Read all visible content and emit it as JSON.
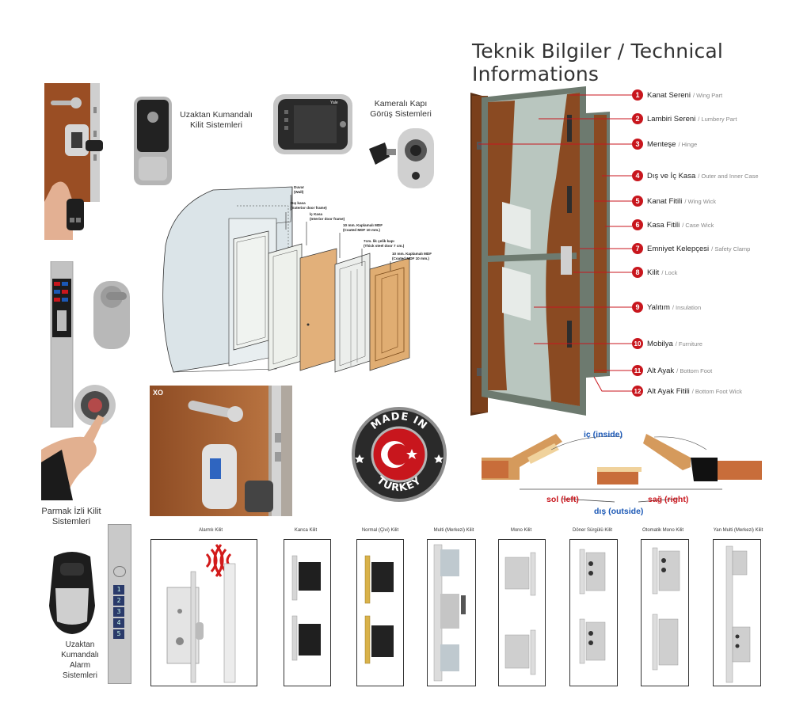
{
  "title": "Teknik Bilgiler / Technical Informations",
  "captions": {
    "remote_lock": "Uzaktan Kumandalı Kilit Sistemleri",
    "camera_viewer": "Kameralı Kapı Görüş Sistemleri",
    "fingerprint": "Parmak İzli Kilit Sistemleri",
    "remote_alarm": "Uzaktan Kumandalı Alarm Sistemleri"
  },
  "viewer_brand": "Yale",
  "logo_text": "XO",
  "keypad_digits": [
    "1",
    "2",
    "3",
    "4",
    "5"
  ],
  "exploded_labels": [
    {
      "tr": "Duvar",
      "en": "(Wall)"
    },
    {
      "tr": "Dış kasa",
      "en": "(Exterior door frame)"
    },
    {
      "tr": "İç Kasa",
      "en": "(Interior door frame)"
    },
    {
      "tr": "10 mm. Kaplamalı MDF",
      "en": "(Coated MDF 10 mm.)"
    },
    {
      "tr": "7cm. lik çelik kapı",
      "en": "(Thick steel door 7 cm.)"
    },
    {
      "tr": "10 mm. Kaplamalı MDF",
      "en": "(Coated MDF 10 mm.)"
    }
  ],
  "legend": [
    {
      "num": "1",
      "tr": "Kanat Sereni",
      "en": "/ Wing Part"
    },
    {
      "num": "2",
      "tr": "Lambiri Sereni",
      "en": "/ Lumbery Part"
    },
    {
      "num": "3",
      "tr": "Menteşe",
      "en": "/ Hinge"
    },
    {
      "num": "4",
      "tr": "Dış ve İç Kasa",
      "en": "/ Outer and Inner Case"
    },
    {
      "num": "5",
      "tr": "Kanat Fitili",
      "en": "/ Wing Wick"
    },
    {
      "num": "6",
      "tr": "Kasa Fitili",
      "en": "/ Case Wick"
    },
    {
      "num": "7",
      "tr": "Emniyet Kelepçesi",
      "en": "/ Safety Clamp"
    },
    {
      "num": "8",
      "tr": "Kilit",
      "en": "/ Lock"
    },
    {
      "num": "9",
      "tr": "Yalıtım",
      "en": "/ Insulation"
    },
    {
      "num": "10",
      "tr": "Mobilya",
      "en": "/ Furniture"
    },
    {
      "num": "11",
      "tr": "Alt Ayak",
      "en": "/ Bottom Foot"
    },
    {
      "num": "12",
      "tr": "Alt Ayak Fitili",
      "en": "/ Bottom Foot Wick"
    }
  ],
  "badge": {
    "top": "MADE IN",
    "bottom": "TURKEY"
  },
  "opening": {
    "inside": "iç (inside)",
    "left": "sol (left)",
    "outside": "dış (outside)",
    "right": "sağ (right)"
  },
  "locks": [
    "Alarmlı Kilit",
    "Kanca Kilit",
    "Normal (Çivi) Kilit",
    "Multi (Merkezi) Kilit",
    "Mono Kilit",
    "Döner Sürgülü Kilit",
    "Otomatik Mono Kilit",
    "Yan Multi (Merkezi) Kilit"
  ],
  "colors": {
    "accent_red": "#c8161d",
    "wood": "#8a4a22",
    "door_panel": "#c8d4cc",
    "frame": "#5f6e62"
  }
}
